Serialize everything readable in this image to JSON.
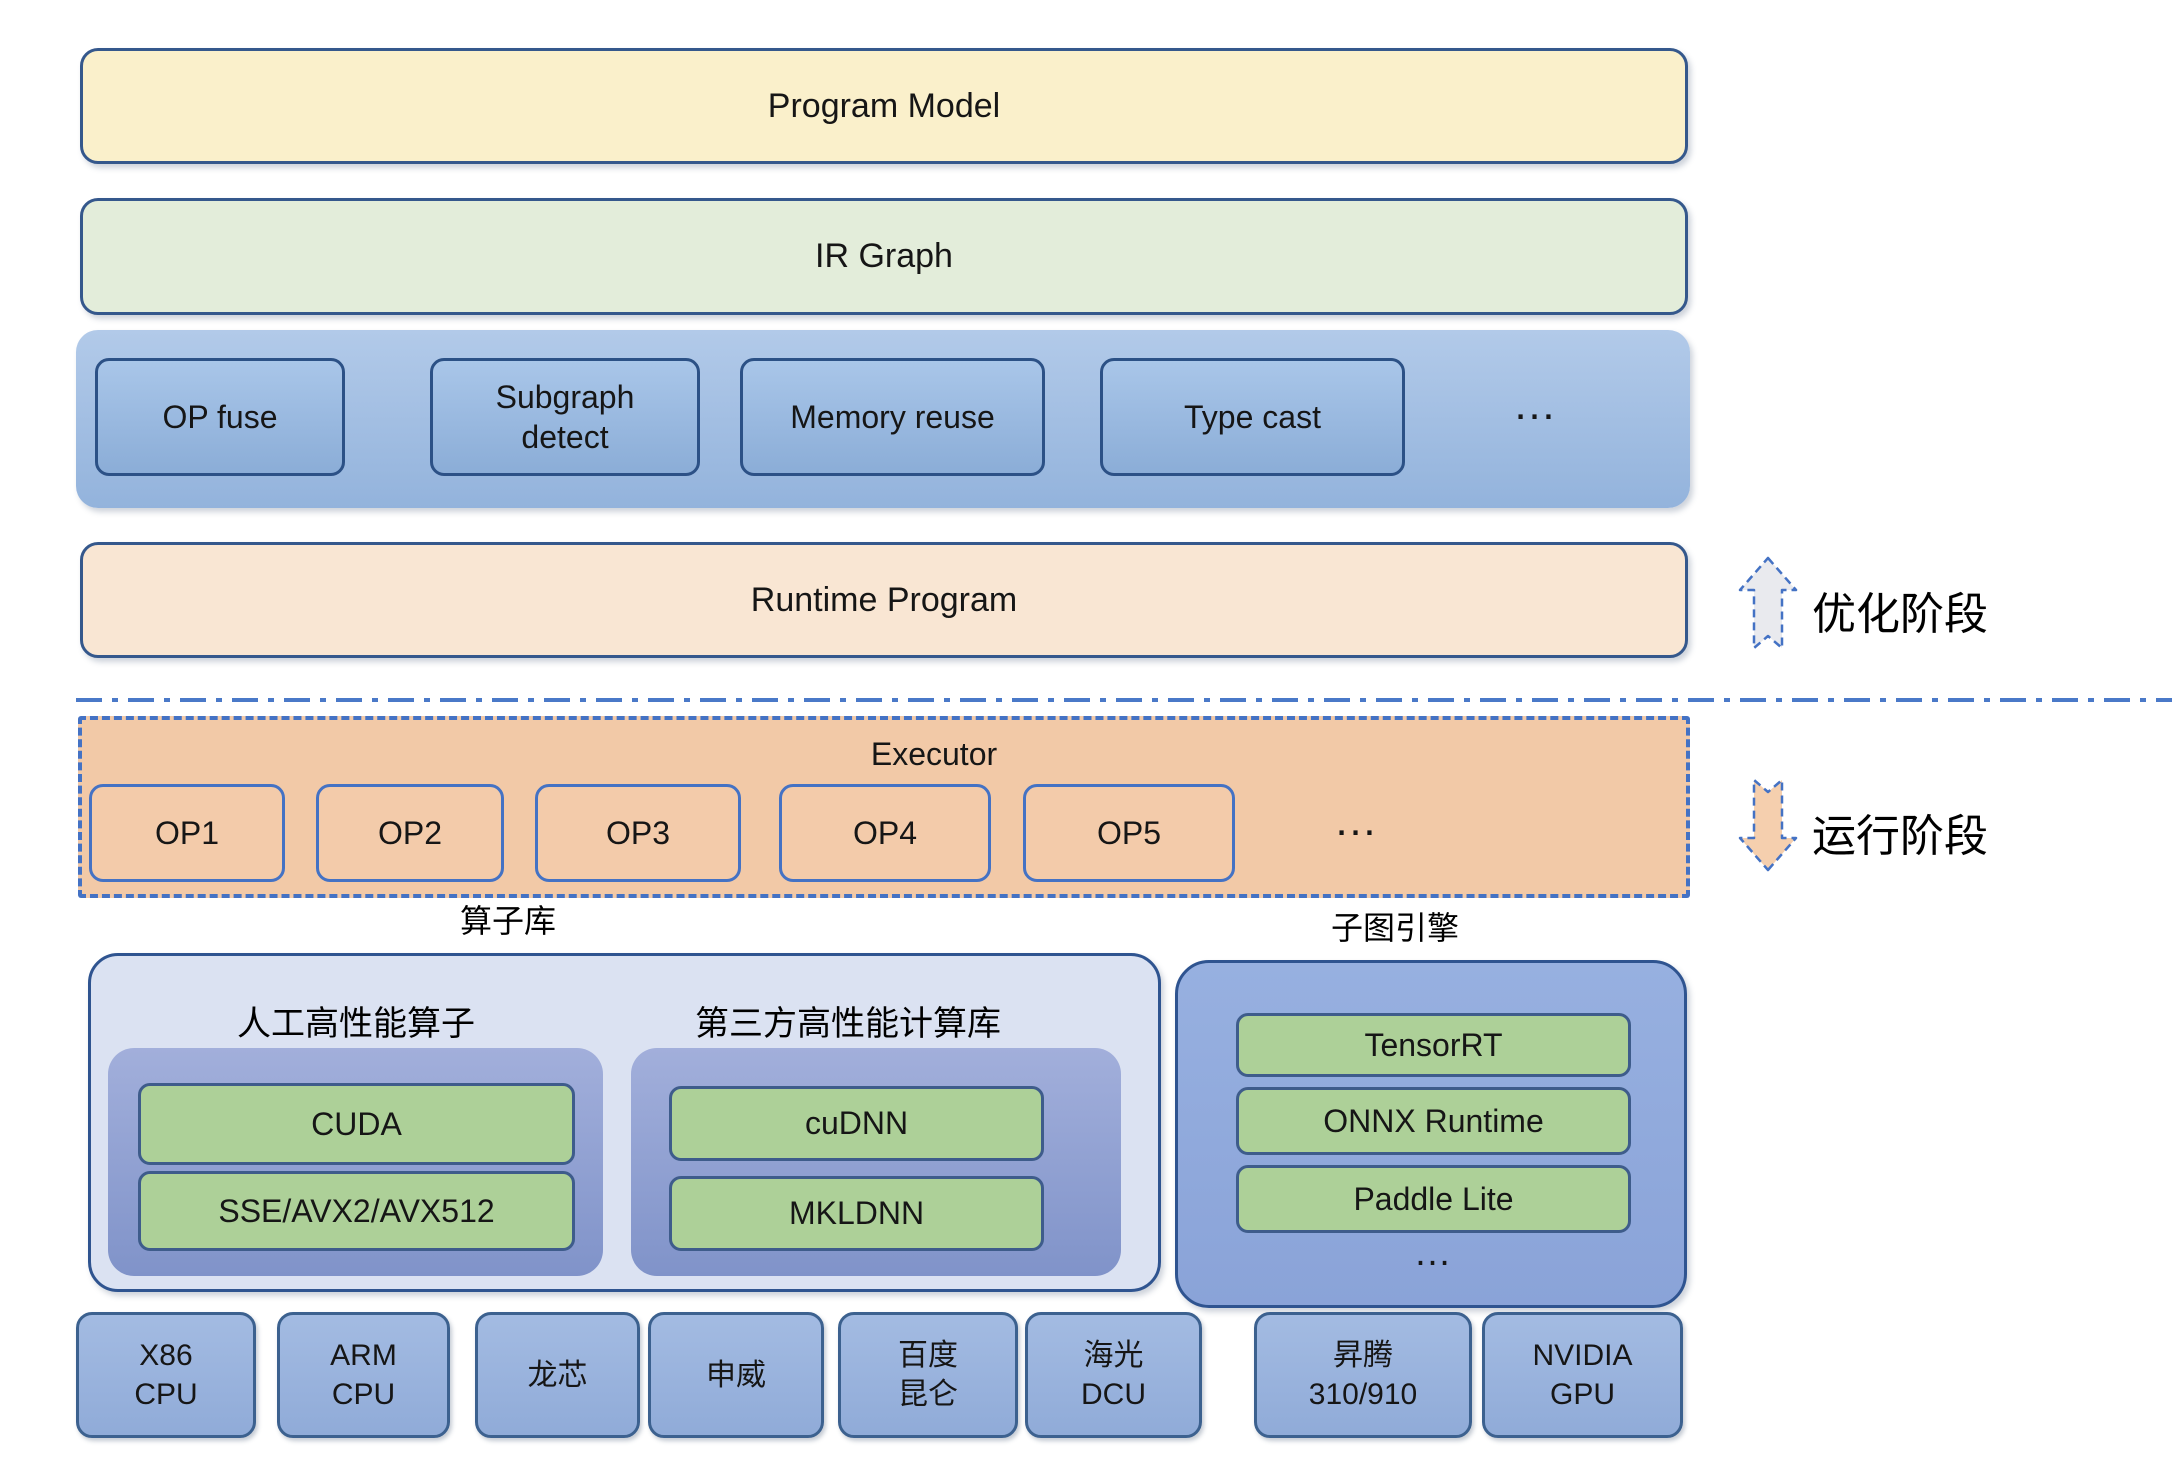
{
  "diagram": {
    "layers": {
      "program_model": "Program Model",
      "ir_graph": "IR Graph",
      "runtime_program": "Runtime Program"
    },
    "optimization_passes": {
      "items": [
        "OP fuse",
        "Subgraph detect",
        "Memory reuse",
        "Type cast"
      ],
      "ellipsis": "…"
    },
    "executor": {
      "title": "Executor",
      "ops": [
        "OP1",
        "OP2",
        "OP3",
        "OP4",
        "OP5"
      ],
      "ellipsis": "…"
    },
    "phases": {
      "optimization": "优化阶段",
      "runtime": "运行阶段"
    },
    "operator_library": {
      "label": "算子库",
      "manual_group": {
        "title": "人工高性能算子",
        "items": [
          "CUDA",
          "SSE/AVX2/AVX512"
        ]
      },
      "third_party_group": {
        "title": "第三方高性能计算库",
        "items": [
          "cuDNN",
          "MKLDNN"
        ]
      }
    },
    "subgraph_engine": {
      "label": "子图引擎",
      "items": [
        "TensorRT",
        "ONNX Runtime",
        "Paddle Lite"
      ],
      "ellipsis": "…"
    },
    "hardware": [
      {
        "line1": "X86",
        "line2": "CPU"
      },
      {
        "line1": "ARM",
        "line2": "CPU"
      },
      {
        "line1": "龙芯",
        "line2": ""
      },
      {
        "line1": "申威",
        "line2": ""
      },
      {
        "line1": "百度",
        "line2": "昆仑"
      },
      {
        "line1": "海光",
        "line2": "DCU"
      },
      {
        "line1": "昇腾",
        "line2": "310/910"
      },
      {
        "line1": "NVIDIA",
        "line2": "GPU"
      }
    ],
    "colors": {
      "program_model_fill": "#faf0cb",
      "ir_graph_fill": "#e3edda",
      "optimization_container_fill": "#93b3dc",
      "pass_box_fill": "#a9c6e9",
      "runtime_program_fill": "#f9e6d3",
      "executor_fill": "#f2c9a7",
      "dashed_blue": "#4472c4",
      "dark_border": "#2f5490",
      "operator_library_fill": "#dbe2f2",
      "inner_group_fill": "#93a3d2",
      "green_fill": "#add098",
      "engine_fill": "#8fa9dc",
      "hardware_fill": "#9db6e0",
      "up_arrow_fill": "#e9eaee",
      "down_arrow_fill": "#f5cfae"
    }
  }
}
